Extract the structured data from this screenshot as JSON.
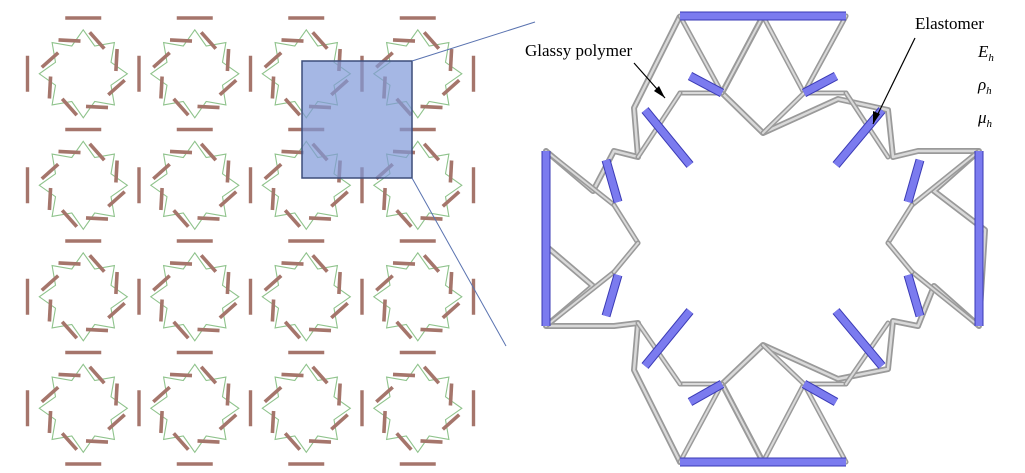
{
  "labels": {
    "glassy": "Glassy polymer",
    "elastomer": "Elastomer"
  },
  "symbols": [
    {
      "base": "E",
      "sub": "h"
    },
    {
      "base": "ρ",
      "sub": "h"
    },
    {
      "base": "μ",
      "sub": "h"
    }
  ],
  "lattice": {
    "cols": 4,
    "rows": 4
  },
  "colors": {
    "strut": "#a5756b",
    "thin_strut": "#8fc38c",
    "glassy": "#9a9a9a",
    "glassy_inner": "#d9d9d9",
    "elastomer": "#7b7bef",
    "elastomer_edge": "#3a3ab5",
    "zoom_box_fill": "#7f98d8",
    "zoom_box_stroke": "#3d4d7a",
    "zoom_line": "#5a73b0"
  }
}
